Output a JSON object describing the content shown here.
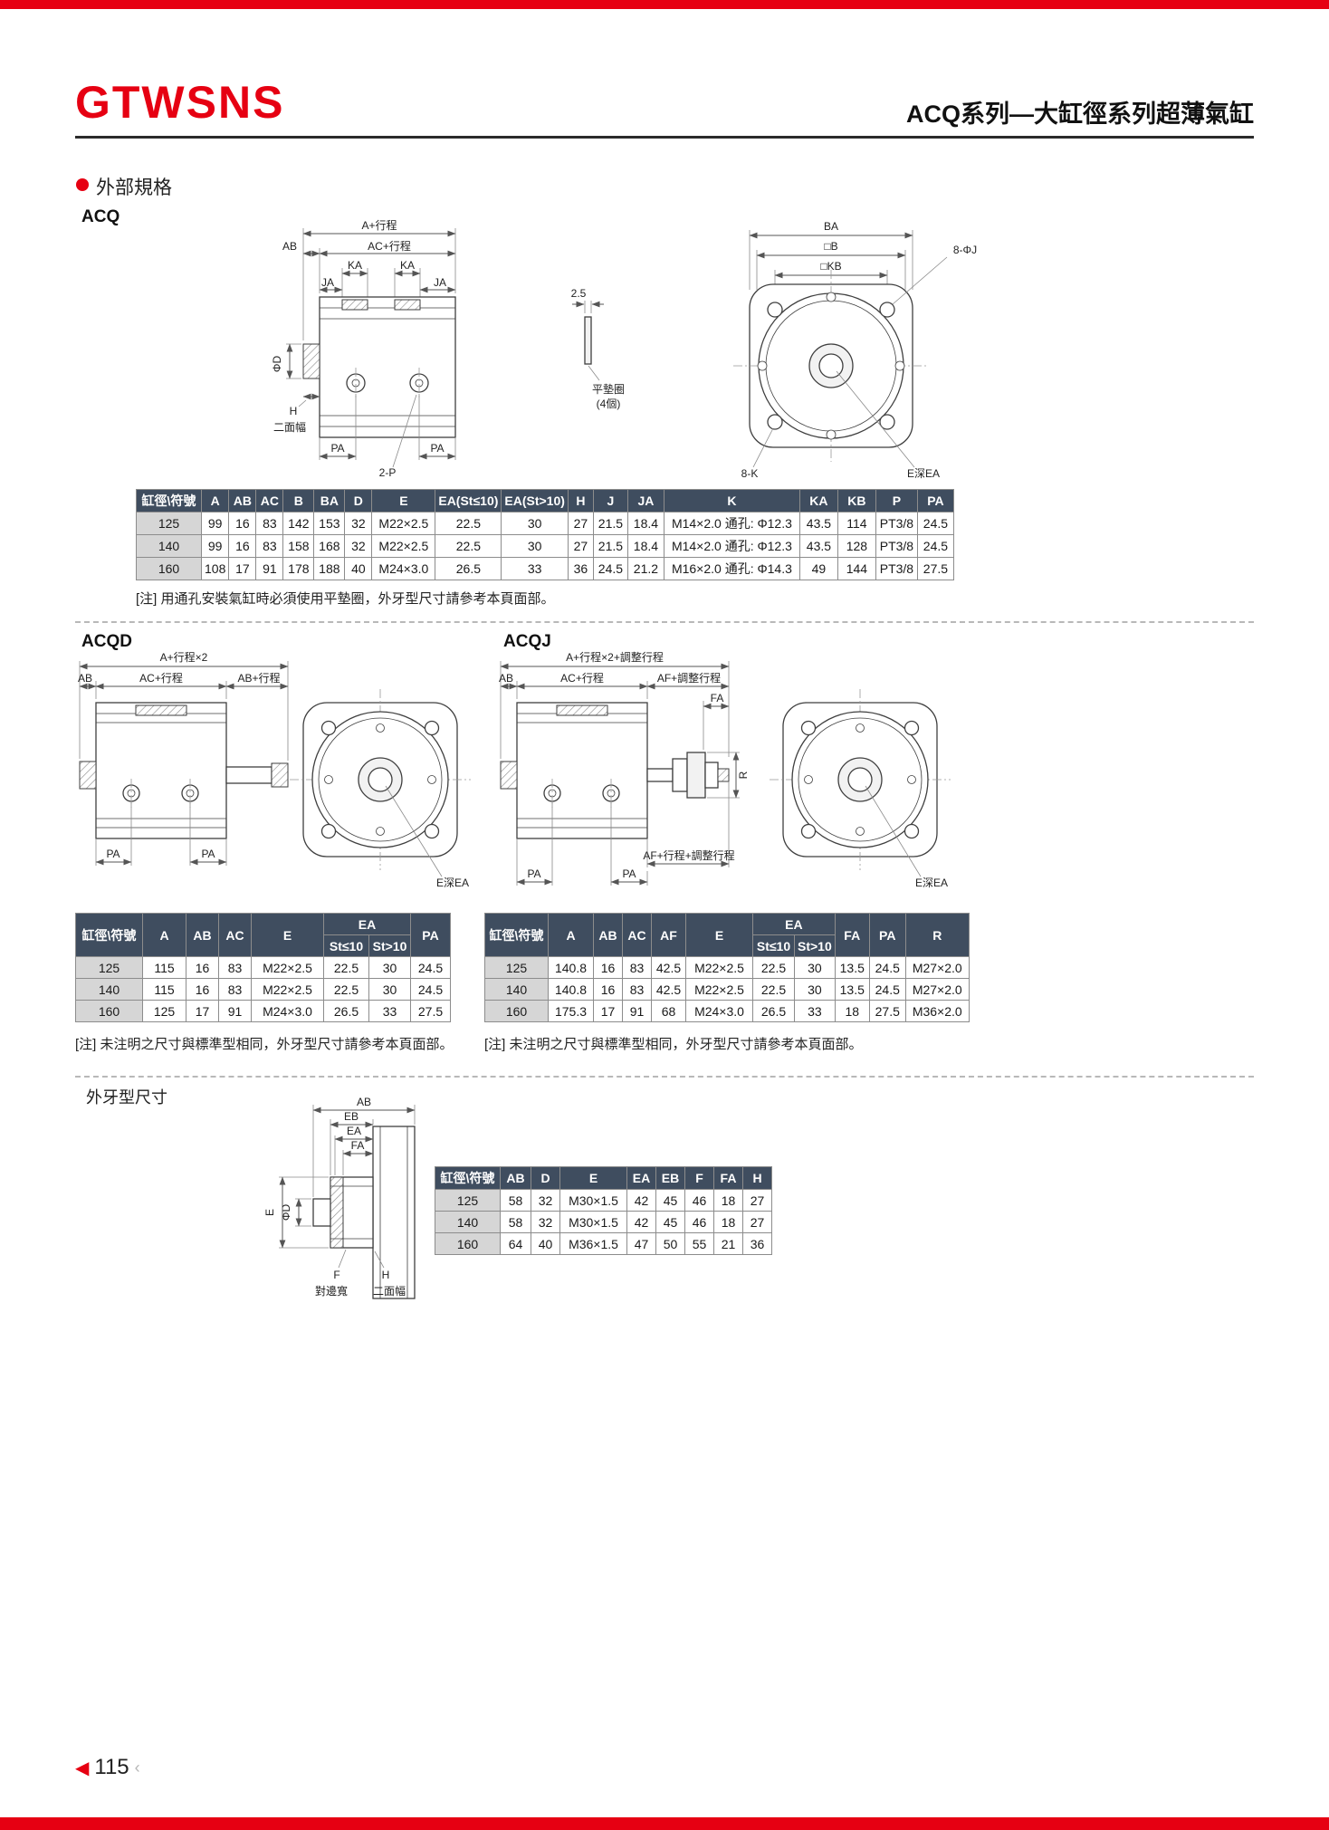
{
  "header": {
    "brand": "GTWSNS",
    "title": "ACQ系列—大缸徑系列超薄氣缸"
  },
  "section": {
    "heading": "外部規格"
  },
  "icons": {
    "footer_arrow": "◀",
    "footer_chevron": "‹"
  },
  "acq": {
    "label": "ACQ",
    "drawing": {
      "a_stroke": "A+行程",
      "ab": "AB",
      "ac_stroke": "AC+行程",
      "ka1": "KA",
      "ka2": "KA",
      "ja1": "JA",
      "ja2": "JA",
      "phi_d": "ΦD",
      "h": "H",
      "flat": "二面幅",
      "pa1": "PA",
      "two_p": "2-P",
      "pa2": "PA",
      "washer_t": "2.5",
      "washer": "平墊圈",
      "washer_qty": "(4個)",
      "ba": "BA",
      "b_sq": "□B",
      "kb_sq": "□KB",
      "j8": "8-ΦJ",
      "k8": "8-K",
      "e_depth": "E深EA"
    },
    "table": {
      "headers": [
        "缸徑\\符號",
        "A",
        "AB",
        "AC",
        "B",
        "BA",
        "D",
        "E",
        "EA(St≤10)",
        "EA(St>10)",
        "H",
        "J",
        "JA",
        "K",
        "KA",
        "KB",
        "P",
        "PA"
      ],
      "rows": [
        [
          "125",
          "99",
          "16",
          "83",
          "142",
          "153",
          "32",
          "M22×2.5",
          "22.5",
          "30",
          "27",
          "21.5",
          "18.4",
          "M14×2.0 通孔: Φ12.3",
          "43.5",
          "114",
          "PT3/8",
          "24.5"
        ],
        [
          "140",
          "99",
          "16",
          "83",
          "158",
          "168",
          "32",
          "M22×2.5",
          "22.5",
          "30",
          "27",
          "21.5",
          "18.4",
          "M14×2.0 通孔: Φ12.3",
          "43.5",
          "128",
          "PT3/8",
          "24.5"
        ],
        [
          "160",
          "108",
          "17",
          "91",
          "178",
          "188",
          "40",
          "M24×3.0",
          "26.5",
          "33",
          "36",
          "24.5",
          "21.2",
          "M16×2.0 通孔: Φ14.3",
          "49",
          "144",
          "PT3/8",
          "27.5"
        ]
      ],
      "note": "[注] 用通孔安裝氣缸時必須使用平墊圈，外牙型尺寸請參考本頁面部。"
    }
  },
  "acqd": {
    "label": "ACQD",
    "drawing": {
      "a2": "A+行程×2",
      "ab": "AB",
      "ac": "AC+行程",
      "ab_stroke": "AB+行程",
      "pa1": "PA",
      "pa2": "PA",
      "e_depth": "E深EA"
    },
    "table": {
      "headers": [
        "缸徑\\符號",
        "A",
        "AB",
        "AC",
        "E",
        "PA"
      ],
      "ea_label": "EA",
      "sub": [
        "St≤10",
        "St>10"
      ],
      "rows": [
        [
          "125",
          "115",
          "16",
          "83",
          "M22×2.5",
          "22.5",
          "30",
          "24.5"
        ],
        [
          "140",
          "115",
          "16",
          "83",
          "M22×2.5",
          "22.5",
          "30",
          "24.5"
        ],
        [
          "160",
          "125",
          "17",
          "91",
          "M24×3.0",
          "26.5",
          "33",
          "27.5"
        ]
      ],
      "note": "[注] 未注明之尺寸與標準型相同，外牙型尺寸請參考本頁面部。"
    }
  },
  "acqj": {
    "label": "ACQJ",
    "drawing": {
      "a2adj": "A+行程×2+調整行程",
      "ab": "AB",
      "ac": "AC+行程",
      "af_adj": "AF+調整行程",
      "fa": "FA",
      "r": "R",
      "af_full": "AF+行程+調整行程",
      "pa1": "PA",
      "pa2": "PA",
      "e_depth": "E深EA"
    },
    "table": {
      "headers": [
        "缸徑\\符號",
        "A",
        "AB",
        "AC",
        "AF",
        "E",
        "FA",
        "PA",
        "R"
      ],
      "ea_label": "EA",
      "sub": [
        "St≤10",
        "St>10"
      ],
      "rows": [
        [
          "125",
          "140.8",
          "16",
          "83",
          "42.5",
          "M22×2.5",
          "22.5",
          "30",
          "13.5",
          "24.5",
          "M27×2.0"
        ],
        [
          "140",
          "140.8",
          "16",
          "83",
          "42.5",
          "M22×2.5",
          "22.5",
          "30",
          "13.5",
          "24.5",
          "M27×2.0"
        ],
        [
          "160",
          "175.3",
          "17",
          "91",
          "68",
          "M24×3.0",
          "26.5",
          "33",
          "18",
          "27.5",
          "M36×2.0"
        ]
      ],
      "note": "[注] 未注明之尺寸與標準型相同，外牙型尺寸請參考本頁面部。"
    }
  },
  "thread": {
    "label": "外牙型尺寸",
    "drawing": {
      "ab": "AB",
      "eb": "EB",
      "ea": "EA",
      "fa": "FA",
      "phi_d": "ΦD",
      "e": "E",
      "f": "F",
      "h": "H",
      "across_flats": "對邊寬",
      "flat": "二面幅"
    },
    "table": {
      "headers": [
        "缸徑\\符號",
        "AB",
        "D",
        "E",
        "EA",
        "EB",
        "F",
        "FA",
        "H"
      ],
      "rows": [
        [
          "125",
          "58",
          "32",
          "M30×1.5",
          "42",
          "45",
          "46",
          "18",
          "27"
        ],
        [
          "140",
          "58",
          "32",
          "M30×1.5",
          "42",
          "45",
          "46",
          "18",
          "27"
        ],
        [
          "160",
          "64",
          "40",
          "M36×1.5",
          "47",
          "50",
          "55",
          "21",
          "36"
        ]
      ]
    }
  },
  "footer": {
    "page": "115"
  }
}
